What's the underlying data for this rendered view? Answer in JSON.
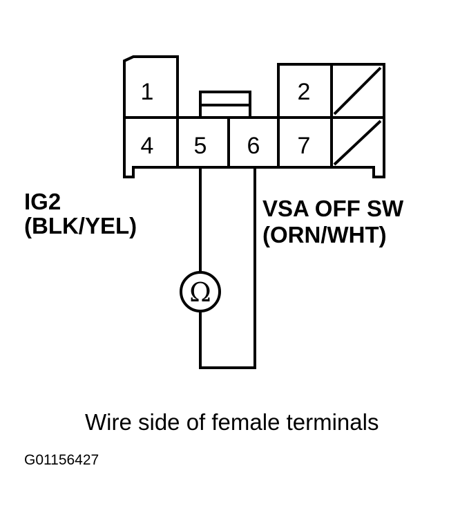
{
  "connector": {
    "terminals": [
      "1",
      "2",
      "4",
      "5",
      "6",
      "7"
    ]
  },
  "wires": {
    "left_label_line1": "IG2",
    "left_label_line2": "(BLK/YEL)",
    "right_label_line1": "VSA OFF SW",
    "right_label_line2": "(ORN/WHT)"
  },
  "meter": {
    "symbol": "Ω",
    "icon": "ohmmeter-icon"
  },
  "caption": "Wire side of female terminals",
  "figure_id": "G01156427"
}
